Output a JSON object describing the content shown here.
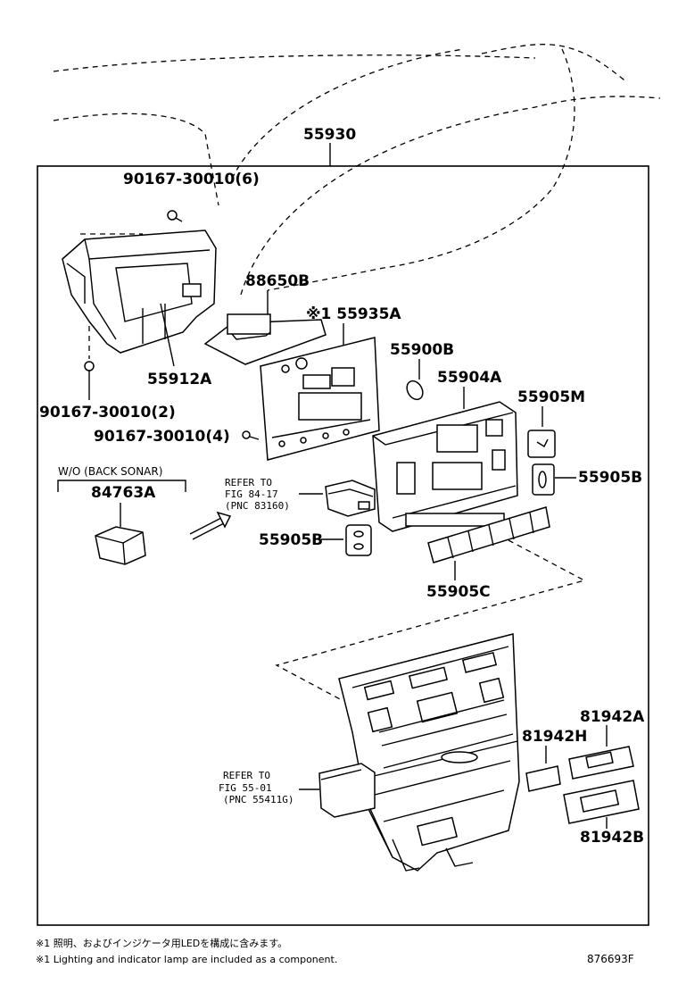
{
  "labels": {
    "l55930": "55930",
    "l90167_6": "90167-30010(6)",
    "l88650b": "88650B",
    "l55935a": "※1 55935A",
    "l55900b": "55900B",
    "l55912a": "55912A",
    "l90167_2": "90167-30010(2)",
    "l90167_4": "90167-30010(4)",
    "l55904a": "55904A",
    "l55905m": "55905M",
    "l55905b_right": "55905B",
    "l55905b_left": "55905B",
    "l55905c": "55905C",
    "wo_back_sonar": "W/O (BACK SONAR)",
    "l84763a": "84763A",
    "l81942a": "81942A",
    "l81942h": "81942H",
    "l81942b": "81942B"
  },
  "refs": {
    "ref1_line1": "REFER TO",
    "ref1_line2": "FIG 84-17",
    "ref1_line3": "(PNC 83160)",
    "ref2_line1": "REFER TO",
    "ref2_line2": "FIG 55-01",
    "ref2_line3": "(PNC 55411G)"
  },
  "footnotes": {
    "jp": "※1 照明、およびインジケータ用LEDを構成に含みます。",
    "en": "※1 Lighting and indicator lamp are included as a component.",
    "code": "876693F"
  }
}
